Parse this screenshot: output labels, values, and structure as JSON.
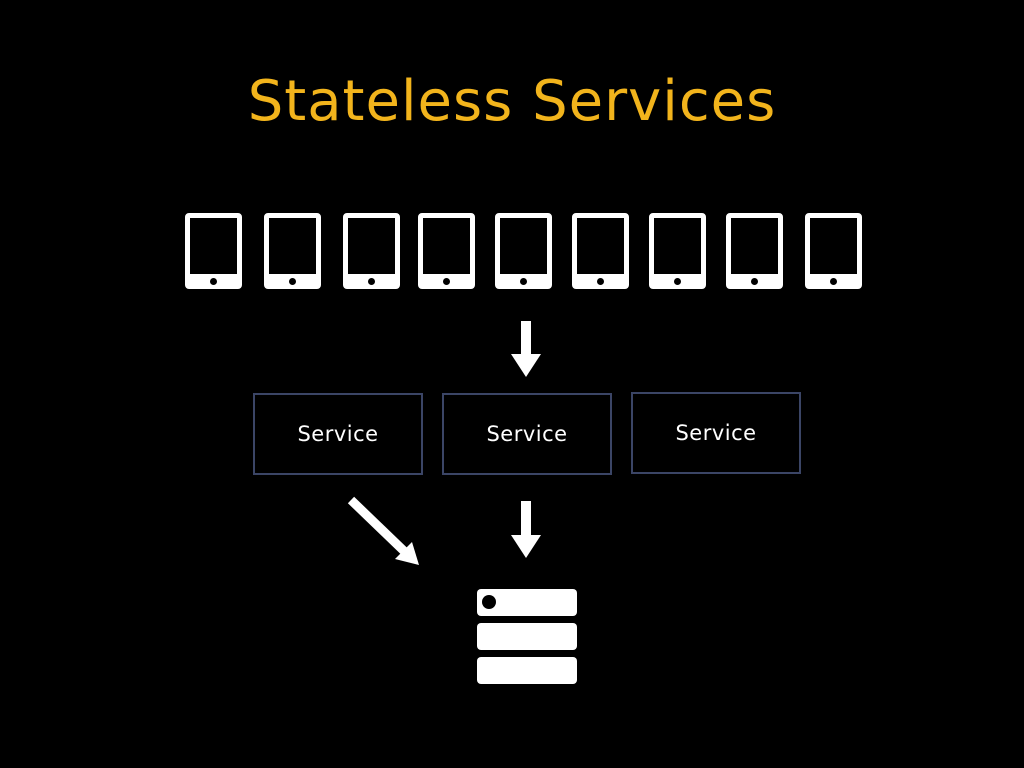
{
  "slide": {
    "title": "Stateless Services",
    "title_color": "#F2B41C",
    "background": "#000000"
  },
  "clients": {
    "icon": "tablet-icon",
    "count": 9
  },
  "services": [
    {
      "label": "Service"
    },
    {
      "label": "Service"
    },
    {
      "label": "Service"
    }
  ],
  "database": {
    "icon": "database-server-icon",
    "color": "#FFFFFF"
  },
  "arrows": {
    "color": "#FFFFFF",
    "icons": [
      "arrow-down-icon",
      "arrow-down-right-icon",
      "arrow-down-icon"
    ]
  },
  "service_border_color": "#3B4566"
}
